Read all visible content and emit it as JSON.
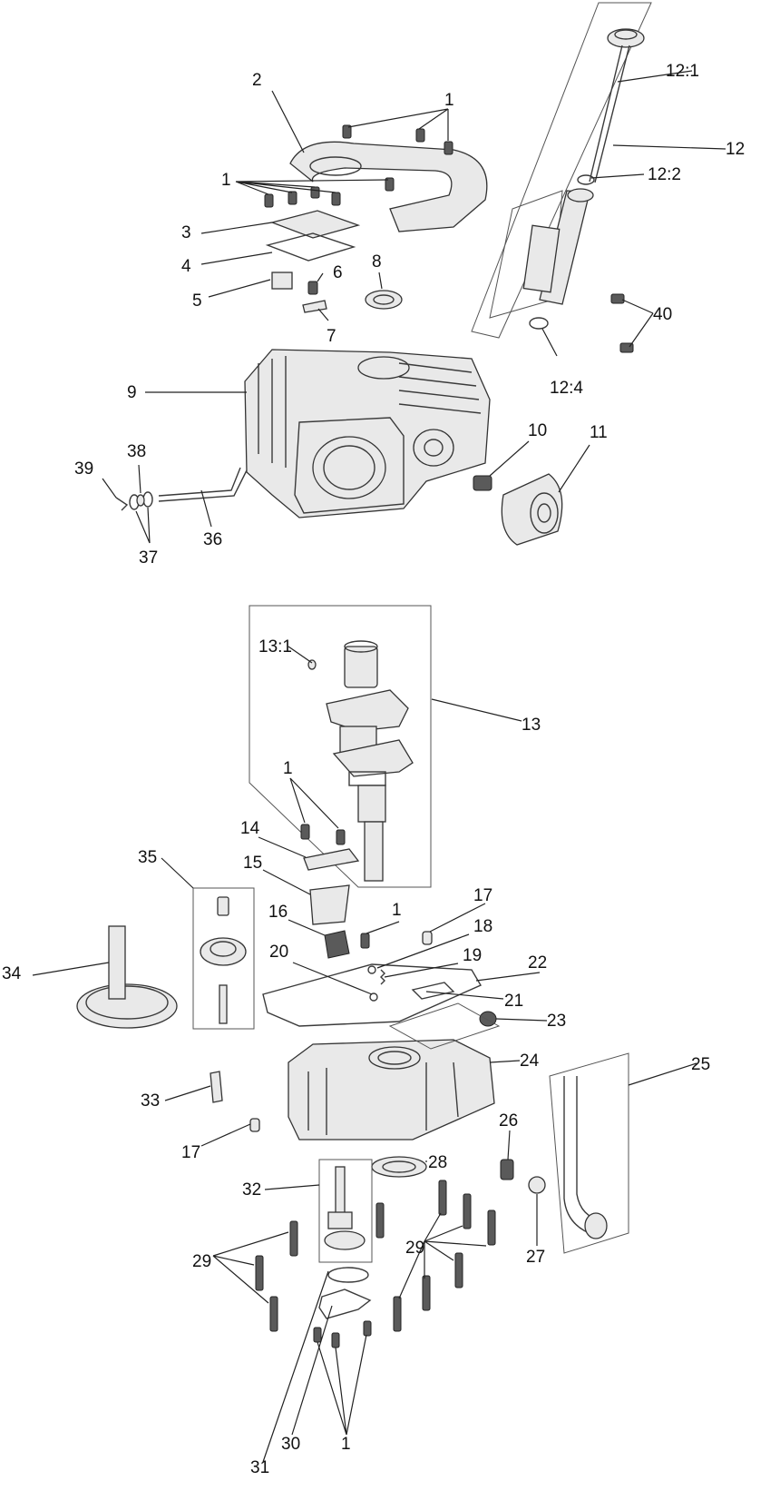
{
  "labels": {
    "l1a": "1",
    "l2": "2",
    "l1b": "1",
    "l3": "3",
    "l4": "4",
    "l5": "5",
    "l6": "6",
    "l7": "7",
    "l8": "8",
    "l9": "9",
    "l10": "10",
    "l11": "11",
    "l12": "12",
    "l12_1": "12:1",
    "l12_2": "12:2",
    "l12_4": "12:4",
    "l40": "40",
    "l36": "36",
    "l37": "37",
    "l38": "38",
    "l39": "39",
    "l13": "13",
    "l13_1": "13:1",
    "l1c": "1",
    "l14": "14",
    "l15": "15",
    "l16": "16",
    "l1d": "1",
    "l17a": "17",
    "l18": "18",
    "l19": "19",
    "l20": "20",
    "l21": "21",
    "l22": "22",
    "l23": "23",
    "l24": "24",
    "l25": "25",
    "l26": "26",
    "l27": "27",
    "l28": "28",
    "l29a": "29",
    "l29b": "29",
    "l30": "30",
    "l31": "31",
    "l1e": "1",
    "l32": "32",
    "l33": "33",
    "l17b": "17",
    "l34": "34",
    "l35": "35"
  }
}
